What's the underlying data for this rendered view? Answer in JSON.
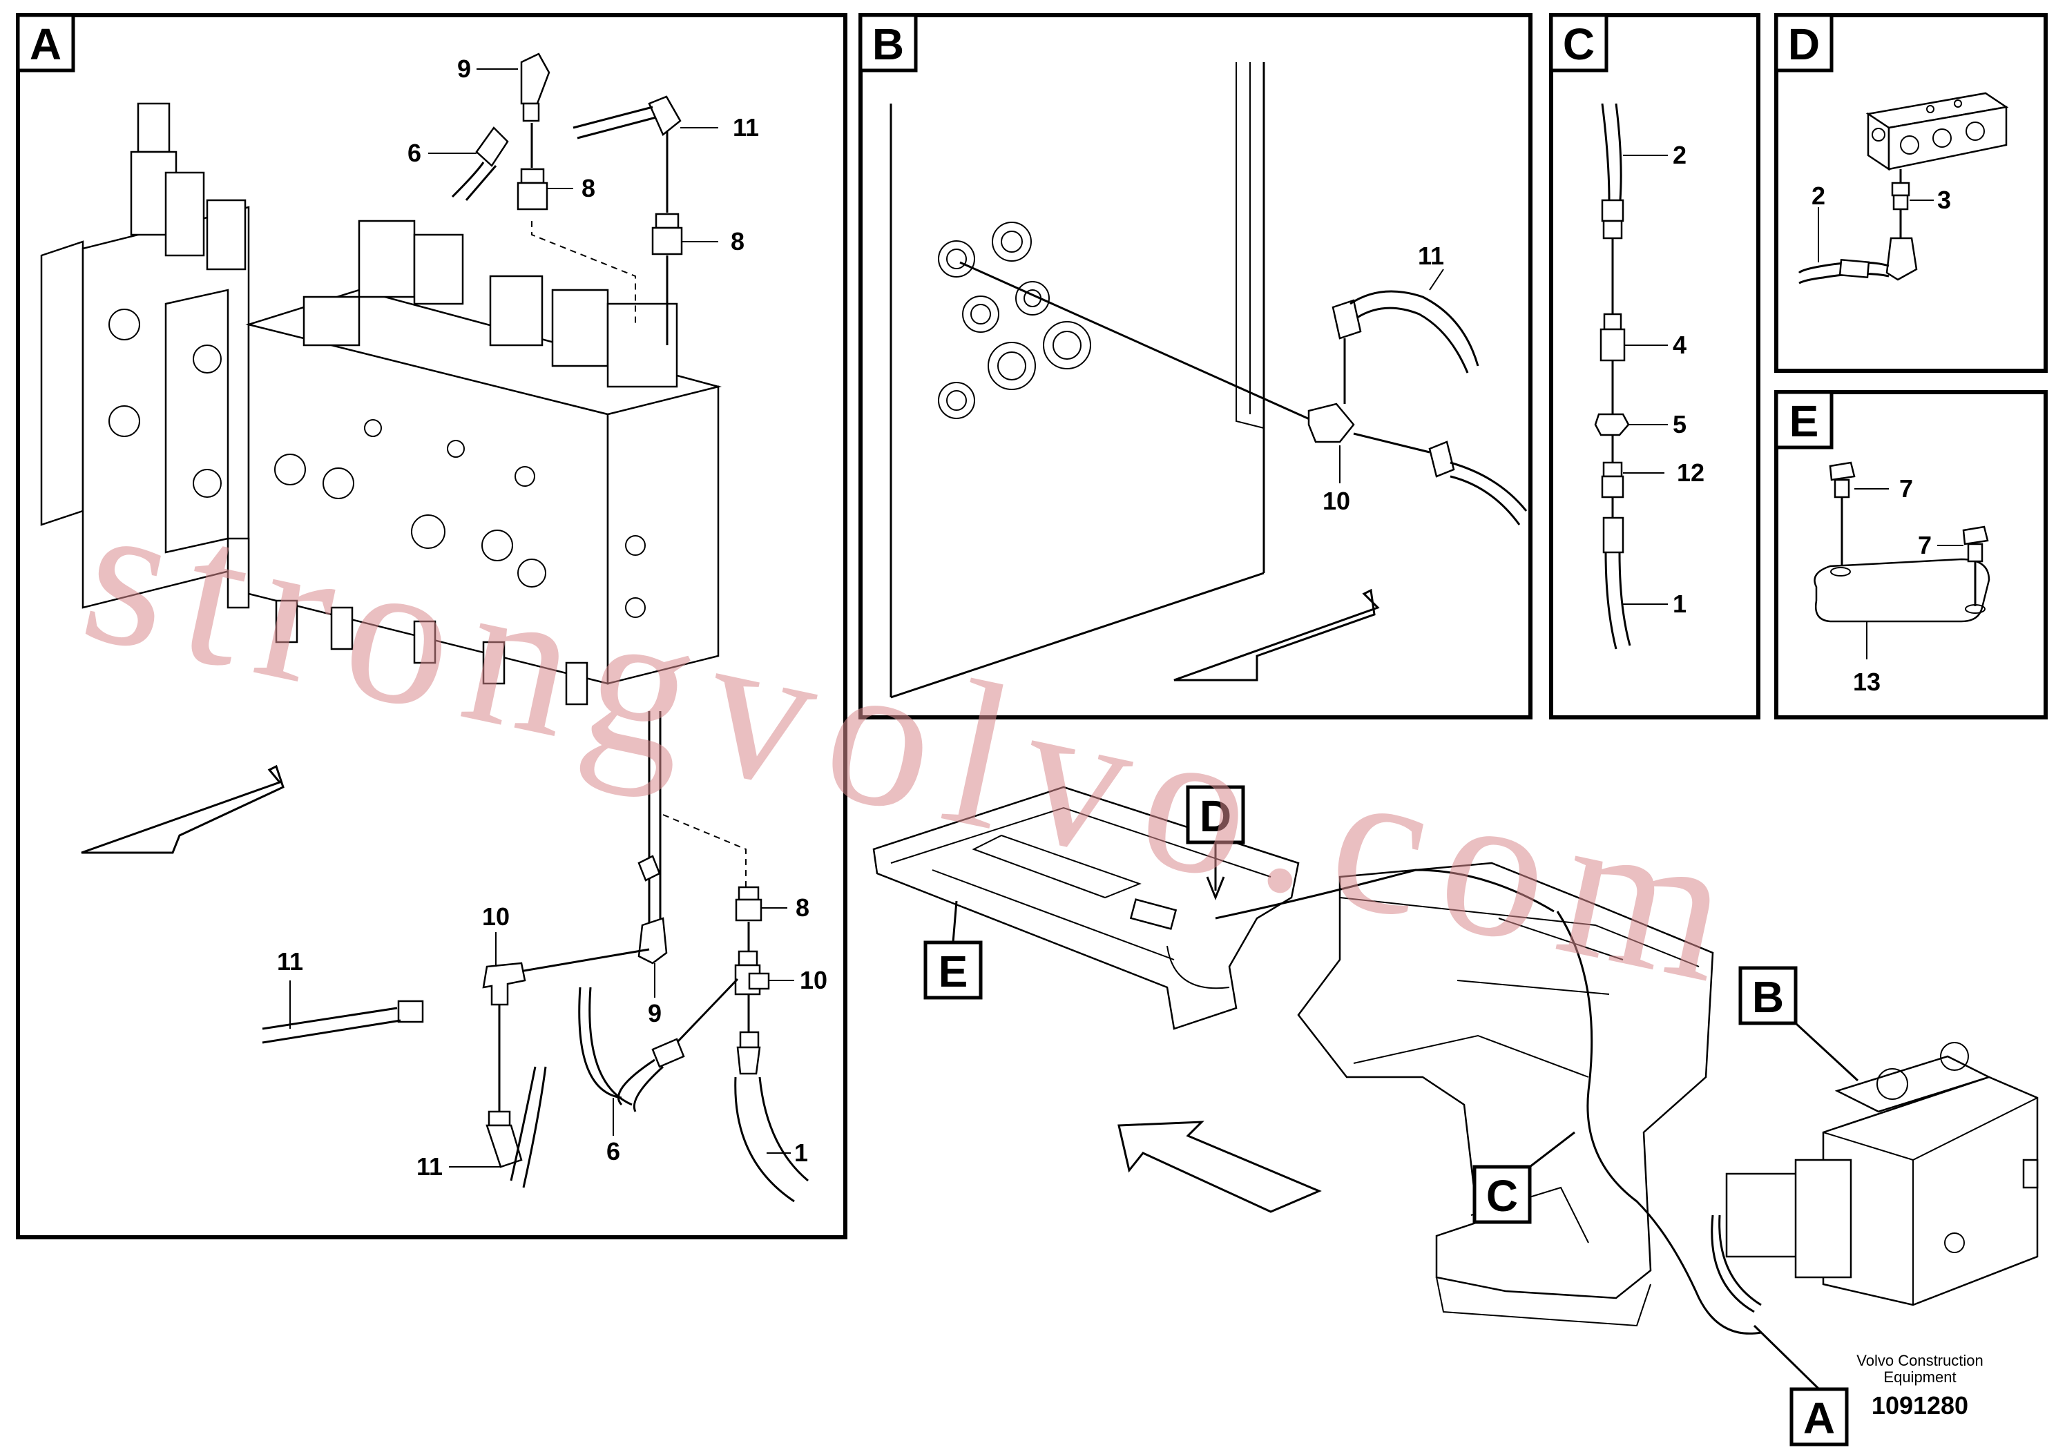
{
  "panels": [
    {
      "id": "A",
      "label": "A"
    },
    {
      "id": "B",
      "label": "B"
    },
    {
      "id": "C",
      "label": "C"
    },
    {
      "id": "D",
      "label": "D"
    },
    {
      "id": "E",
      "label": "E"
    }
  ],
  "callouts": {
    "a_9_top": "9",
    "a_6_top": "6",
    "a_8_a": "8",
    "a_11_top": "11",
    "a_8_b": "8",
    "a_8_c": "8",
    "a_10_left": "10",
    "a_11_left": "11",
    "a_9_mid": "9",
    "a_10_right": "10",
    "a_6_bottom": "6",
    "a_11_bottom": "11",
    "a_1": "1",
    "b_11": "11",
    "b_10": "10",
    "c_2": "2",
    "c_4": "4",
    "c_5": "5",
    "c_12": "12",
    "c_1": "1",
    "d_2": "2",
    "d_3": "3",
    "e_7a": "7",
    "e_7b": "7",
    "e_13": "13"
  },
  "overview_tags": {
    "d": "D",
    "e": "E",
    "b": "B",
    "c": "C",
    "a": "A"
  },
  "watermark": "strongvolvo.com",
  "footer": {
    "company_line1": "Volvo Construction",
    "company_line2": "Equipment",
    "doc_number": "1091280"
  }
}
